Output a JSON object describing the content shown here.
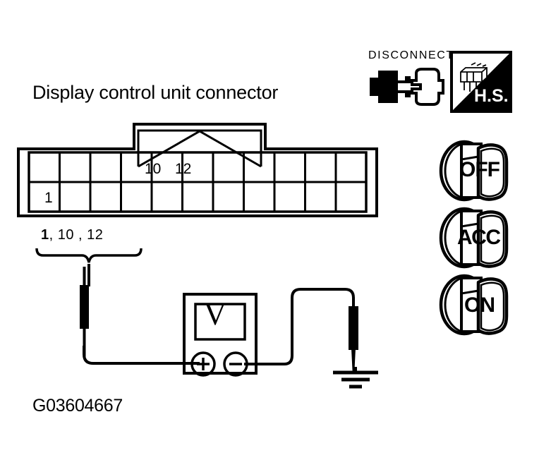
{
  "figure": {
    "title": "Display control unit connector",
    "figure_id": "G03604667",
    "type": "automotive wiring diagnostic diagram"
  },
  "connector": {
    "name": "display-control-unit-connector",
    "columns": 11,
    "rows": 2,
    "labeled_cells": [
      {
        "row": "top",
        "column": 5,
        "label": "10"
      },
      {
        "row": "top",
        "column": 6,
        "label": "12"
      },
      {
        "row": "bottom",
        "column": 1,
        "label": "1"
      }
    ]
  },
  "terminals": {
    "first": "1",
    "rest": ", 10 , 12",
    "full": "1 , 10 , 12"
  },
  "meter": {
    "name": "voltmeter",
    "display": "V",
    "positive_terminal": "+",
    "negative_terminal": "−"
  },
  "icons": {
    "disconnect": {
      "label": "DISCONNECT",
      "name": "disconnect-icon"
    },
    "hs_box": {
      "label": "H.S.",
      "name": "hs-hand-scan-icon"
    },
    "ignition_switch_positions": [
      {
        "label": "OFF",
        "name": "ignition-off-icon"
      },
      {
        "label": "ACC",
        "name": "ignition-acc-icon"
      },
      {
        "label": "ON",
        "name": "ignition-on-icon"
      }
    ],
    "ground": {
      "name": "ground-icon"
    }
  },
  "colors": {
    "background": "#ffffff",
    "ink": "#000000"
  }
}
